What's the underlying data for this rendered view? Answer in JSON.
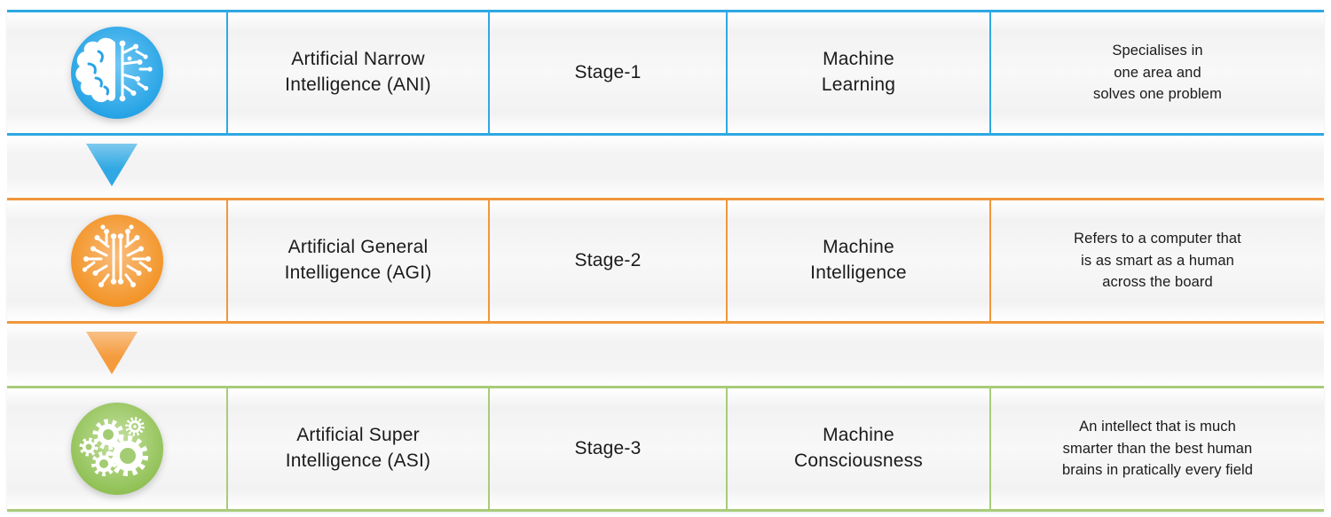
{
  "rows": [
    {
      "name": "Artificial Narrow\nIntelligence (ANI)",
      "stage": "Stage-1",
      "category": "Machine\nLearning",
      "description": "Specialises in\none area and\nsolves one problem",
      "icon": "brain-half-circuit-icon",
      "color": "#2FA8E3",
      "icon_color": "#29A3E6"
    },
    {
      "name": "Artificial General\nIntelligence (AGI)",
      "stage": "Stage-2",
      "category": "Machine\nIntelligence",
      "description": "Refers to a computer that\nis as smart as a human\nacross the board",
      "icon": "circuit-brain-icon",
      "color": "#F0973B",
      "icon_color": "#F2901D"
    },
    {
      "name": "Artificial Super\nIntelligence (ASI)",
      "stage": "Stage-3",
      "category": "Machine\nConsciousness",
      "description": "An intellect that is much\nsmarter than the best human\nbrains in pratically every field",
      "icon": "gears-icon",
      "color": "#A8CC7A",
      "icon_color": "#8CBF4E"
    }
  ],
  "arrows": [
    {
      "direction": "down",
      "color": "#2FA8E3"
    },
    {
      "direction": "down",
      "color": "#F49B3C"
    }
  ]
}
